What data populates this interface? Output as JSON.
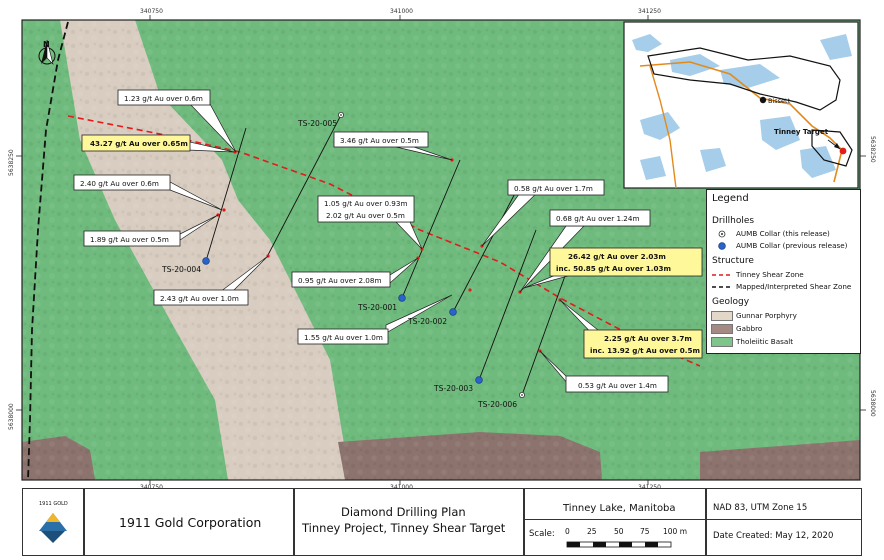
{
  "grid": {
    "x_top": [
      "340750",
      "341000",
      "341250"
    ],
    "x_bottom": [
      "340750",
      "341000",
      "341250"
    ],
    "y_left": [
      "5638250",
      "5638000"
    ],
    "y_right": [
      "5638250",
      "5638000"
    ]
  },
  "north_label": "N",
  "drillholes": [
    {
      "id": "TS-20-005",
      "status": "this release"
    },
    {
      "id": "TS-20-004",
      "status": "previous release"
    },
    {
      "id": "TS-20-001",
      "status": "previous release"
    },
    {
      "id": "TS-20-002",
      "status": "previous release"
    },
    {
      "id": "TS-20-003",
      "status": "previous release"
    },
    {
      "id": "TS-20-006",
      "status": "this release"
    }
  ],
  "callouts": [
    {
      "text": "1.23 g/t Au over 0.6m",
      "highlight": false
    },
    {
      "text": "43.27 g/t Au over 0.65m",
      "highlight": true
    },
    {
      "text": "2.40 g/t Au over 0.6m",
      "highlight": false
    },
    {
      "text": "1.89 g/t Au over 0.5m",
      "highlight": false
    },
    {
      "text": "2.43 g/t Au over 1.0m",
      "highlight": false
    },
    {
      "text": "3.46 g/t Au over 0.5m",
      "highlight": false
    },
    {
      "text": "1.05 g/t Au over 0.93m",
      "text2": "2.02 g/t Au over 0.5m",
      "highlight": false
    },
    {
      "text": "0.95 g/t Au over 2.08m",
      "highlight": false
    },
    {
      "text": "1.55 g/t Au over 1.0m",
      "highlight": false
    },
    {
      "text": "0.58 g/t Au over 1.7m",
      "highlight": false
    },
    {
      "text": "0.68 g/t Au over 1.24m",
      "highlight": false
    },
    {
      "text": "26.42 g/t Au over 2.03m",
      "text2": "inc. 50.85 g/t Au over 1.03m",
      "highlight": true
    },
    {
      "text": "2.25 g/t Au over 3.7m",
      "text2": "inc. 13.92 g/t Au over 0.5m",
      "highlight": true
    },
    {
      "text": "0.53 g/t Au over 1.4m",
      "highlight": false
    }
  ],
  "inset": {
    "places": [
      "Bissett",
      "Tinney Target"
    ],
    "colors": {
      "water": "#a6cdea",
      "route": "#e38a1b",
      "claims": "#111111",
      "target": "#e21b1b"
    }
  },
  "legend": {
    "title": "Legend",
    "drillholes_heading": "Drillholes",
    "collar_this": "AUMB Collar (this release)",
    "collar_previous": "AUMB Collar (previous release)",
    "structure_heading": "Structure",
    "tinney": "Tinney Shear Zone",
    "mapped": "Mapped/Interpreted Shear Zone",
    "geology_heading": "Geology",
    "geology": [
      {
        "name": "Gunnar Porphyry",
        "color": "#e3d7c8"
      },
      {
        "name": "Gabbro",
        "color": "#a58a83"
      },
      {
        "name": "Tholeiitic Basalt",
        "color": "#7fc58b"
      }
    ]
  },
  "colors": {
    "basalt": "#6fbb7d",
    "porphyry": "#d8cdc0",
    "gabbro": "#8c736e",
    "shear": "#e21b1b",
    "mapped_shear": "#111111",
    "collar_prev": "#2a63c9"
  },
  "footer": {
    "company": "1911 Gold Corporation",
    "logo_text": "1911 GOLD",
    "title_line1": "Diamond Drilling Plan",
    "title_line2": "Tinney Project, Tinney Shear Target",
    "location": "Tinney Lake, Manitoba",
    "scale_label": "Scale:",
    "scale_ticks": [
      "0",
      "25",
      "50",
      "75",
      "100 m"
    ],
    "datum": "NAD 83, UTM Zone 15",
    "date": "Date Created: May 12, 2020"
  }
}
